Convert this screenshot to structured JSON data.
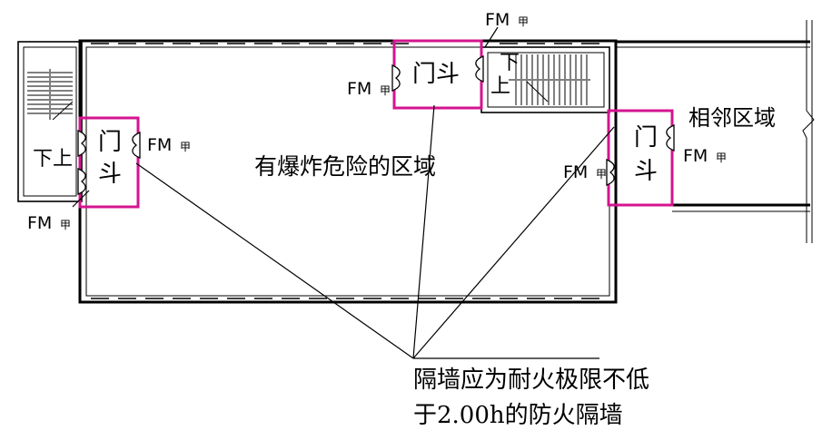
{
  "labels": {
    "main_area": "有爆炸危险的区域",
    "adjacent_area": "相邻区域",
    "vestibule_top": "门斗",
    "vestibule_left_1": "门",
    "vestibule_left_2": "斗",
    "vestibule_right_1": "门",
    "vestibule_right_2": "斗",
    "door_code": "FM",
    "door_grade": "甲",
    "stair_down": "下",
    "stair_up": "上",
    "note_line1": "隔墙应为耐火极限不低",
    "note_line2": "于2.00h的防火隔墙"
  },
  "colors": {
    "vestibule": "#d4148f",
    "line": "#000000"
  }
}
